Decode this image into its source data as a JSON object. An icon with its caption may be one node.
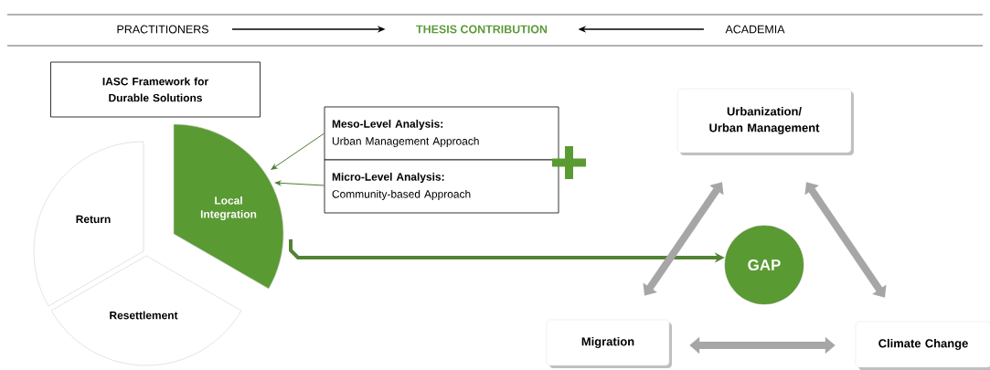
{
  "diagram": {
    "nodes": [
      {
        "text": [
          "PRACTITIONERS"
        ]
      },
      {
        "text": [
          "THESIS CONTRIBUTION"
        ]
      },
      {
        "text": [
          "ACADEMIA"
        ]
      },
      {
        "text": [
          "IASC Framework for Durable Solutions"
        ]
      },
      {
        "text": [
          "Return"
        ]
      },
      {
        "text": [
          "Resettlement"
        ]
      },
      {
        "text": [
          "Local Integration"
        ]
      },
      {
        "text": [
          "Meso-Level Analysis:",
          "Urban Management Approach"
        ]
      },
      {
        "text": [
          "Micro-Level Analysis:",
          "Community-based Approach"
        ]
      },
      {
        "text": [
          "Urbanization/ Urban Management"
        ]
      },
      {
        "text": [
          "GAP"
        ]
      },
      {
        "text": [
          "Migration"
        ]
      },
      {
        "text": [
          "Climate Change"
        ]
      }
    ],
    "edges": [
      {
        "from": 0,
        "to": 1,
        "arrow": "to",
        "color": "#000000"
      },
      {
        "from": 2,
        "to": 1,
        "arrow": "to",
        "color": "#000000"
      },
      {
        "from": 7,
        "to": 6,
        "arrow": "to",
        "color": "#4e7a31"
      },
      {
        "from": 8,
        "to": 6,
        "arrow": "to",
        "color": "#4e7a31"
      },
      {
        "from": 6,
        "to": 10,
        "arrow": "to",
        "style": "thick",
        "color": "#548235"
      },
      {
        "from": 9,
        "to": 11,
        "arrow": "both",
        "style": "thick",
        "color": "#a6a6a6"
      },
      {
        "from": 9,
        "to": 12,
        "arrow": "both",
        "style": "thick",
        "color": "#a6a6a6"
      },
      {
        "from": 11,
        "to": 12,
        "arrow": "both",
        "style": "thick",
        "color": "#a6a6a6"
      }
    ]
  }
}
